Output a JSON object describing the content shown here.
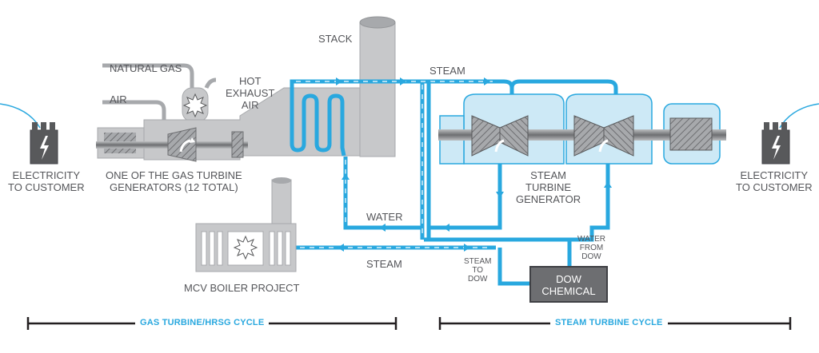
{
  "labels": {
    "natural_gas": "NATURAL GAS",
    "air": "AIR",
    "hot_exhaust_air": "HOT\nEXHAUST\nAIR",
    "stack": "STACK",
    "steam_top": "STEAM",
    "water": "WATER",
    "steam_bottom": "STEAM",
    "steam_to_dow": "STEAM\nTO\nDOW",
    "water_from_dow": "WATER\nFROM\nDOW",
    "electricity_left": "ELECTRICITY\nTO CUSTOMER",
    "electricity_right": "ELECTRICITY\nTO CUSTOMER",
    "gas_turbine": "ONE OF THE GAS TURBINE\nGENERATORS (12 TOTAL)",
    "steam_turbine": "STEAM\nTURBINE\nGENERATOR",
    "boiler": "MCV BOILER PROJECT",
    "dow": "DOW\nCHEMICAL"
  },
  "cycles": {
    "gas": "GAS TURBINE/HRSG CYCLE",
    "steam": "STEAM TURBINE CYCLE"
  },
  "colors": {
    "pipe": "#29a8df",
    "equipment": "#c7c8ca",
    "light_blue": "#cde9f6",
    "dark_grey": "#58595b",
    "dow_box": "#6d6e71"
  },
  "icons": [
    "lightning-icon",
    "explosion-icon",
    "turbine-icon",
    "arrow-icon"
  ]
}
